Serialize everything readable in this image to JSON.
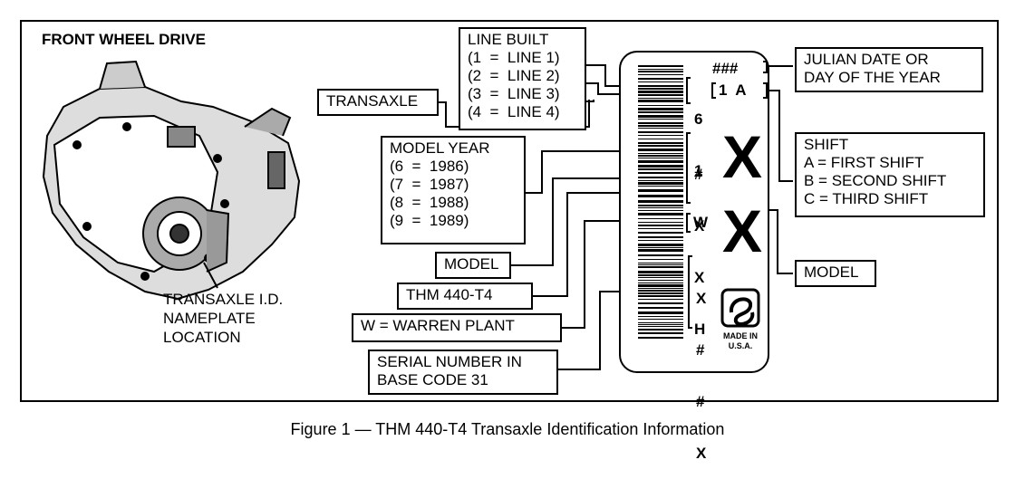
{
  "heading": "FRONT WHEEL DRIVE",
  "nameplate_location": [
    "TRANSAXLE I.D.",
    "NAMEPLATE",
    "LOCATION"
  ],
  "line_built": {
    "lines": [
      "LINE BUILT",
      "(1  =  LINE 1)",
      "(2  =  LINE 2)",
      "(3  =  LINE 3)",
      "(4  =  LINE 4)"
    ]
  },
  "transaxle_label": "TRANSAXLE",
  "model_year": {
    "lines": [
      "MODEL YEAR",
      "(6  =  1986)",
      "(7  =  1987)",
      "(8  =  1988)",
      "(9  =  1989)"
    ]
  },
  "model_left": "MODEL",
  "thm_label": "THM 440-T4",
  "warren_plant": "W  =  WARREN PLANT",
  "serial_number": [
    "SERIAL NUMBER IN",
    "BASE CODE 31"
  ],
  "julian_date": [
    "JULIAN DATE OR",
    "DAY OF THE YEAR"
  ],
  "shift": {
    "lines": [
      "SHIFT",
      "A = FIRST SHIFT",
      "B = SECOND SHIFT",
      "C = THIRD SHIFT"
    ]
  },
  "model_right": "MODEL",
  "plate": {
    "julian_code": "###",
    "line_shift_code": "1  A",
    "transaxle_code": [
      "6",
      "1"
    ],
    "model_year_code": [
      "#",
      "X",
      "X",
      "H"
    ],
    "plant_code": "W",
    "serial_code": [
      "X",
      "#",
      "#",
      "X"
    ],
    "big_x_top": "X",
    "big_x_bottom": "X",
    "made_in": [
      "MADE IN",
      "U.S.A."
    ]
  },
  "caption": "Figure 1 — THM 440-T4 Transaxle Identification Information"
}
